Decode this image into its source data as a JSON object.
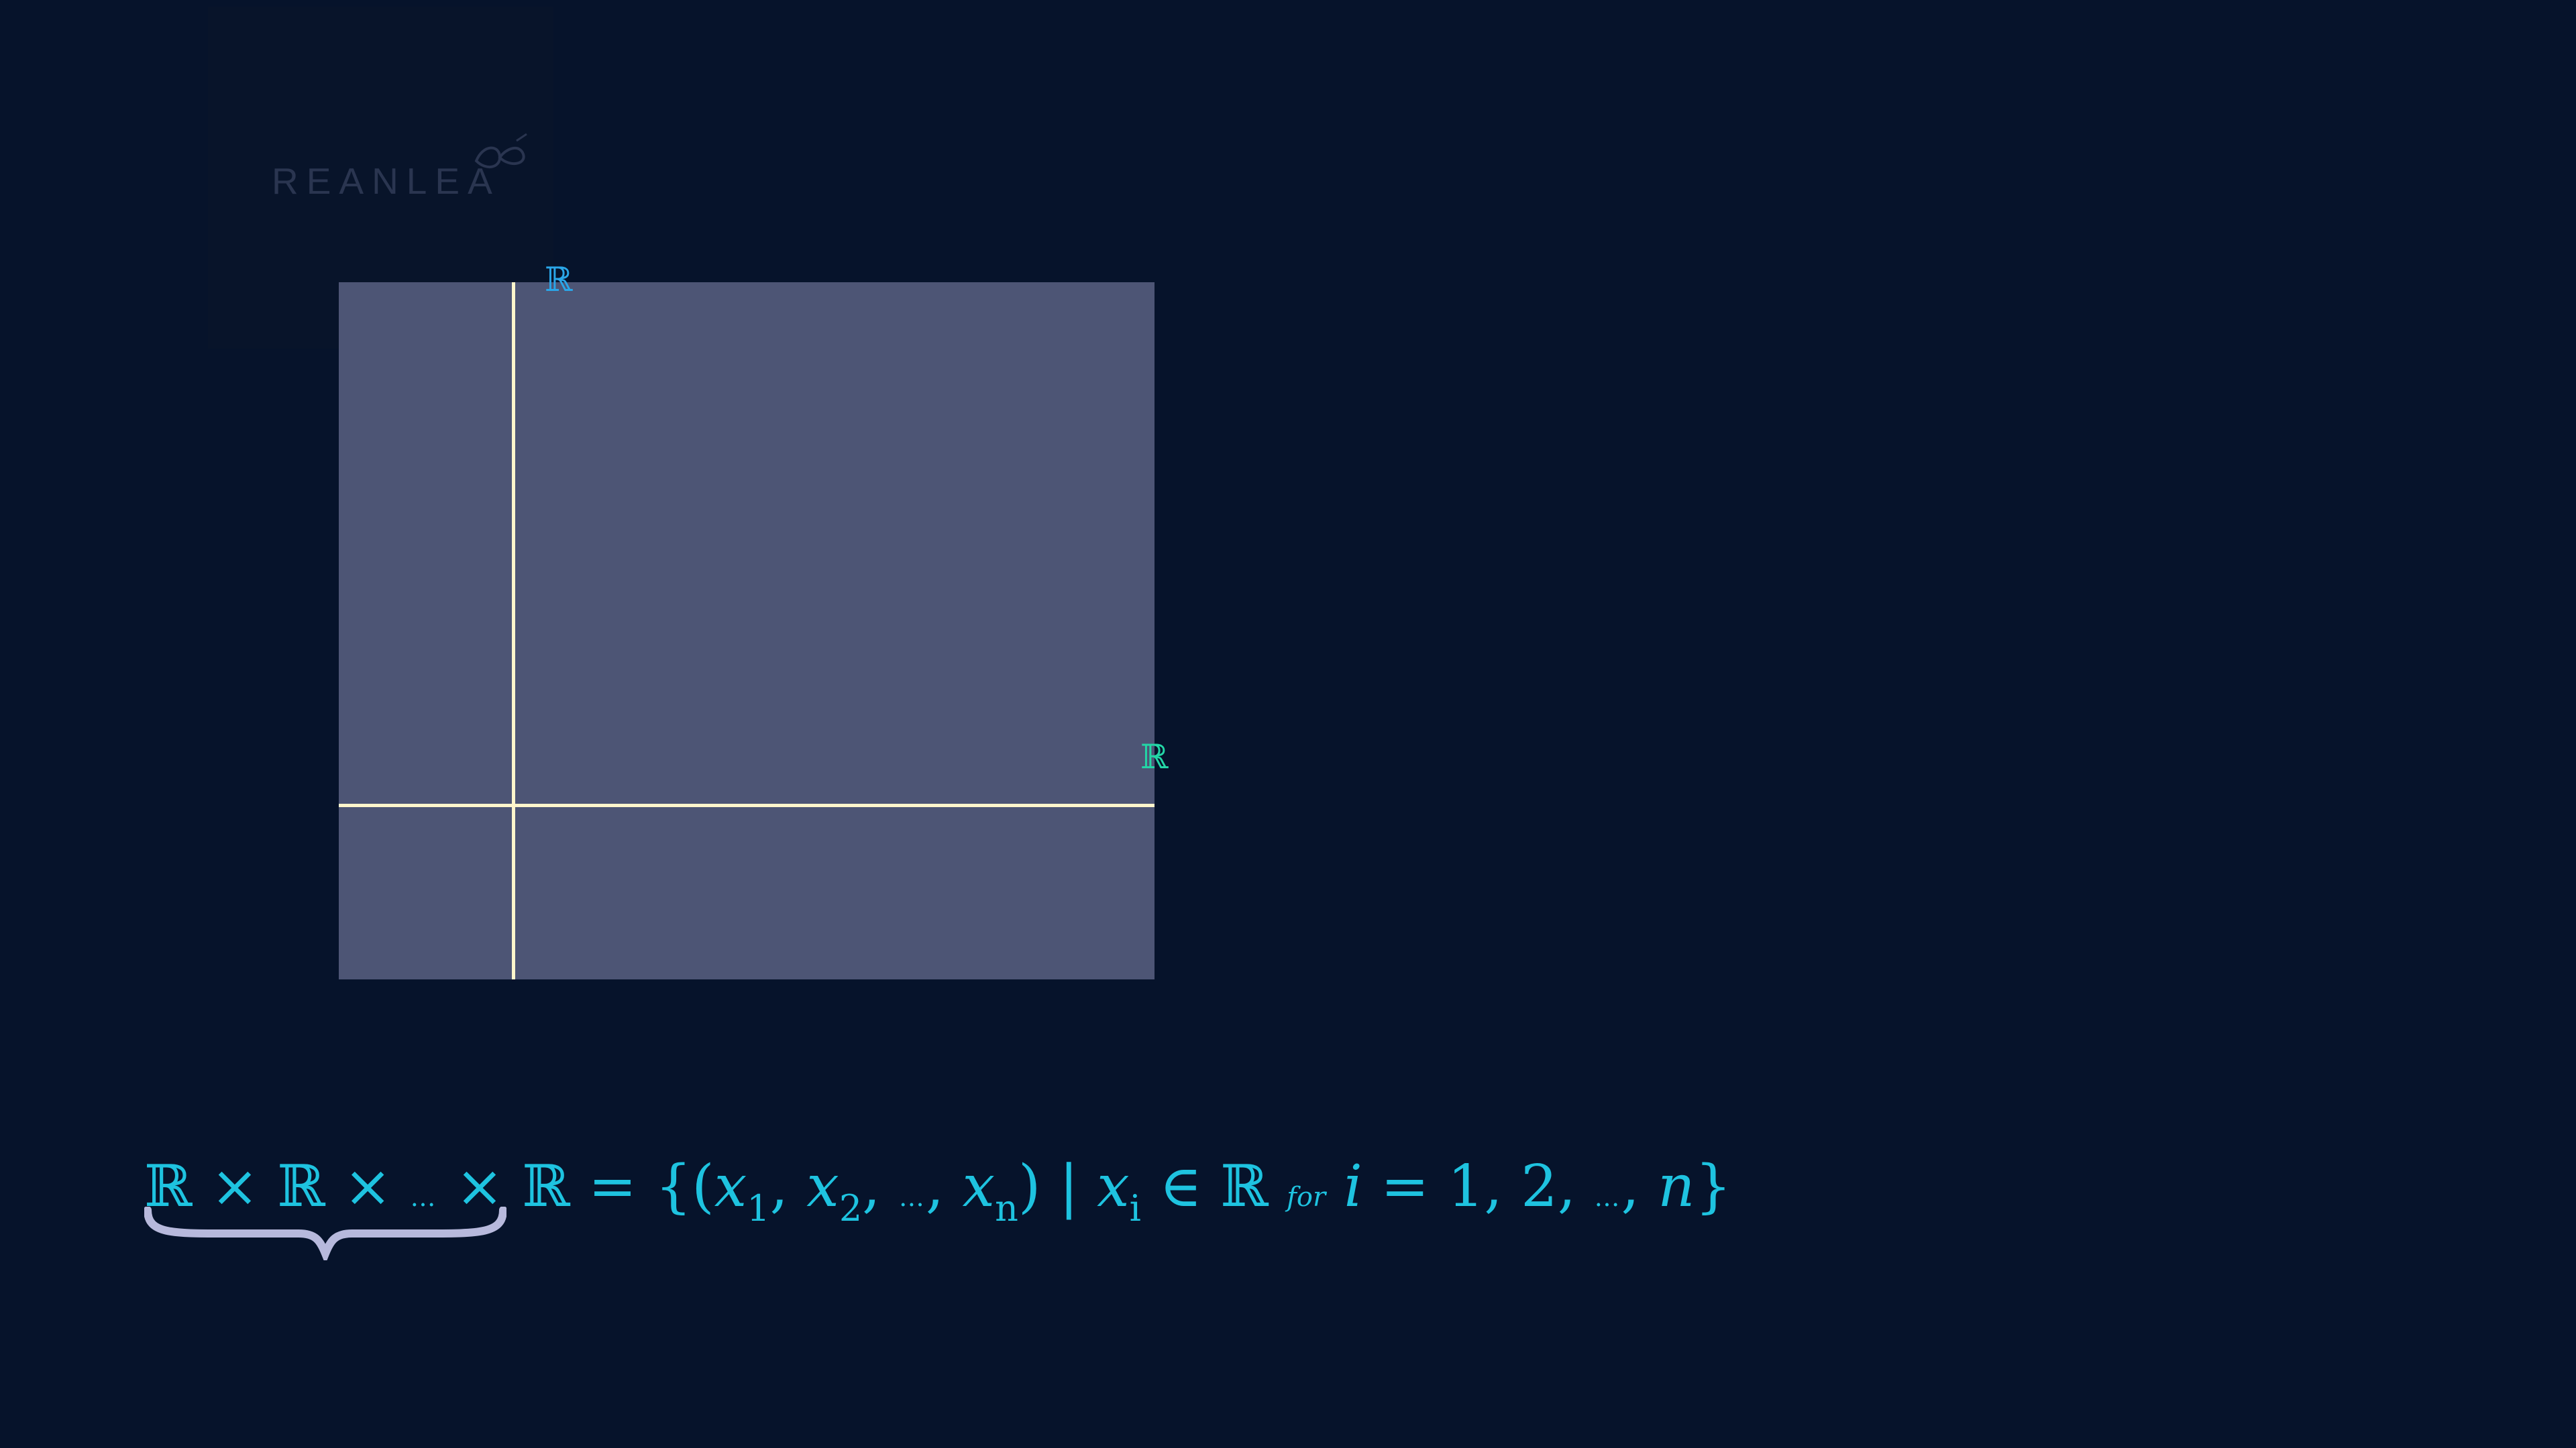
{
  "logo": {
    "text": "REANLEA"
  },
  "axes": {
    "y_label": "ℝ",
    "x_label": "ℝ"
  },
  "formula": {
    "r1": "ℝ",
    "times1": "×",
    "r2": "ℝ",
    "times2": "×",
    "ellipsis1": "…",
    "times3": "×",
    "r3": "ℝ",
    "equals": "=",
    "open": "{(",
    "x": "x",
    "sub1": "1",
    "comma1": ",",
    "sub2": "2",
    "comma2": ",",
    "ellipsis2": "…",
    "comma3": ",",
    "subn": "n",
    "close_paren": ")",
    "bar": "|",
    "xi_sub": "i",
    "in": "∈",
    "r4": "ℝ",
    "for": "for",
    "i": "i",
    "eq2": "=",
    "list": "1, 2,",
    "ellipsis3": "…",
    "comma4": ",",
    "n": "n",
    "close": "}"
  },
  "colors": {
    "background": "#06132b",
    "plane": "#4d5575",
    "axis": "#fff6cc",
    "y_label": "#2aa6e8",
    "x_label": "#23d6a6",
    "formula": "#1ec3e0",
    "brace": "#b7b9dc"
  }
}
